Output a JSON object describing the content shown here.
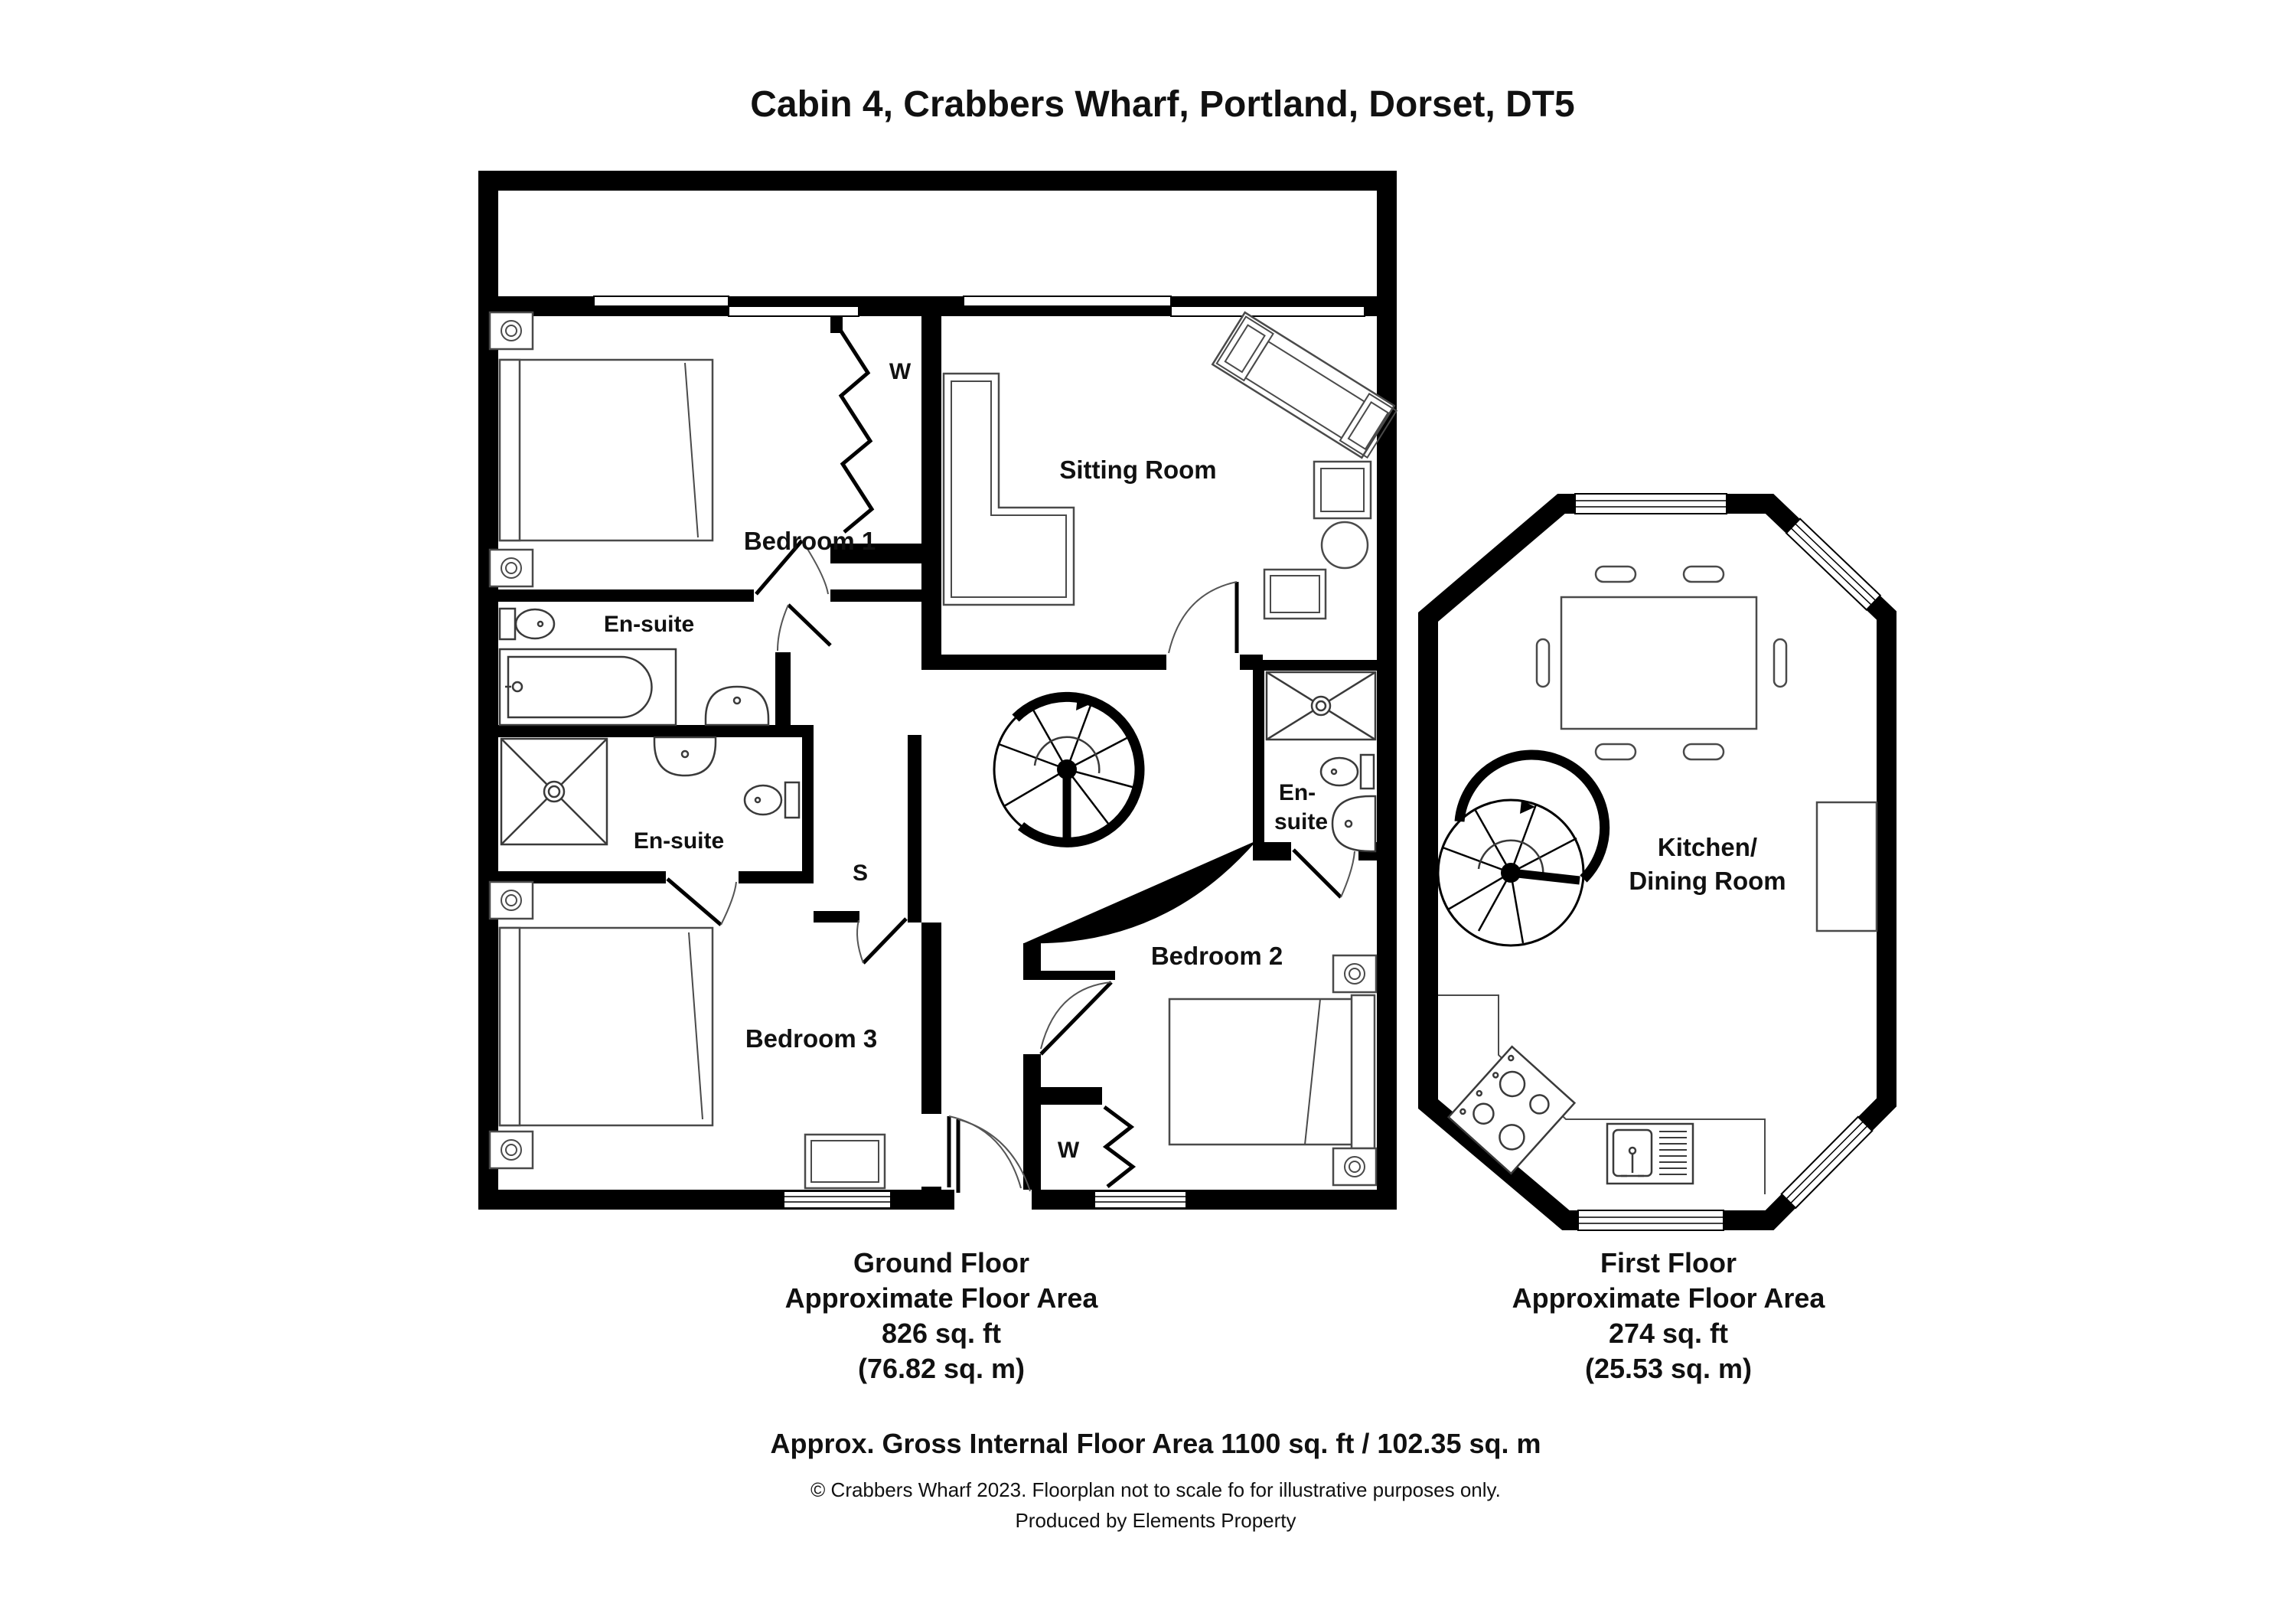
{
  "title": "Cabin 4, Crabbers Wharf, Portland, Dorset, DT5",
  "ground_floor": {
    "caption": [
      "Ground Floor",
      "Approximate Floor Area",
      "826 sq. ft",
      "(76.82 sq. m)"
    ],
    "labels": {
      "bedroom1": "Bedroom 1",
      "sitting_room": "Sitting Room",
      "ensuite_top": "En-suite",
      "ensuite_mid": "En-suite",
      "ensuite_right_line1": "En-",
      "ensuite_right_line2": "suite",
      "storage": "S",
      "wardrobe_top": "W",
      "wardrobe_bottom": "W",
      "bedroom2": "Bedroom 2",
      "bedroom3": "Bedroom 3"
    }
  },
  "first_floor": {
    "caption": [
      "First Floor",
      "Approximate Floor Area",
      "274 sq. ft",
      "(25.53 sq. m)"
    ],
    "labels": {
      "kitchen_line1": "Kitchen/",
      "kitchen_line2": "Dining Room"
    }
  },
  "footer": {
    "gross_area": "Approx. Gross Internal Floor Area 1100 sq. ft / 102.35 sq. m",
    "copyright": "©  Crabbers Wharf 2023. Floorplan not to scale fo for illustrative purposes only.",
    "produced_by": "Produced by Elements Property"
  },
  "colors": {
    "walls": "#000000",
    "background": "#ffffff",
    "fixtures": "#3a3a3a"
  }
}
